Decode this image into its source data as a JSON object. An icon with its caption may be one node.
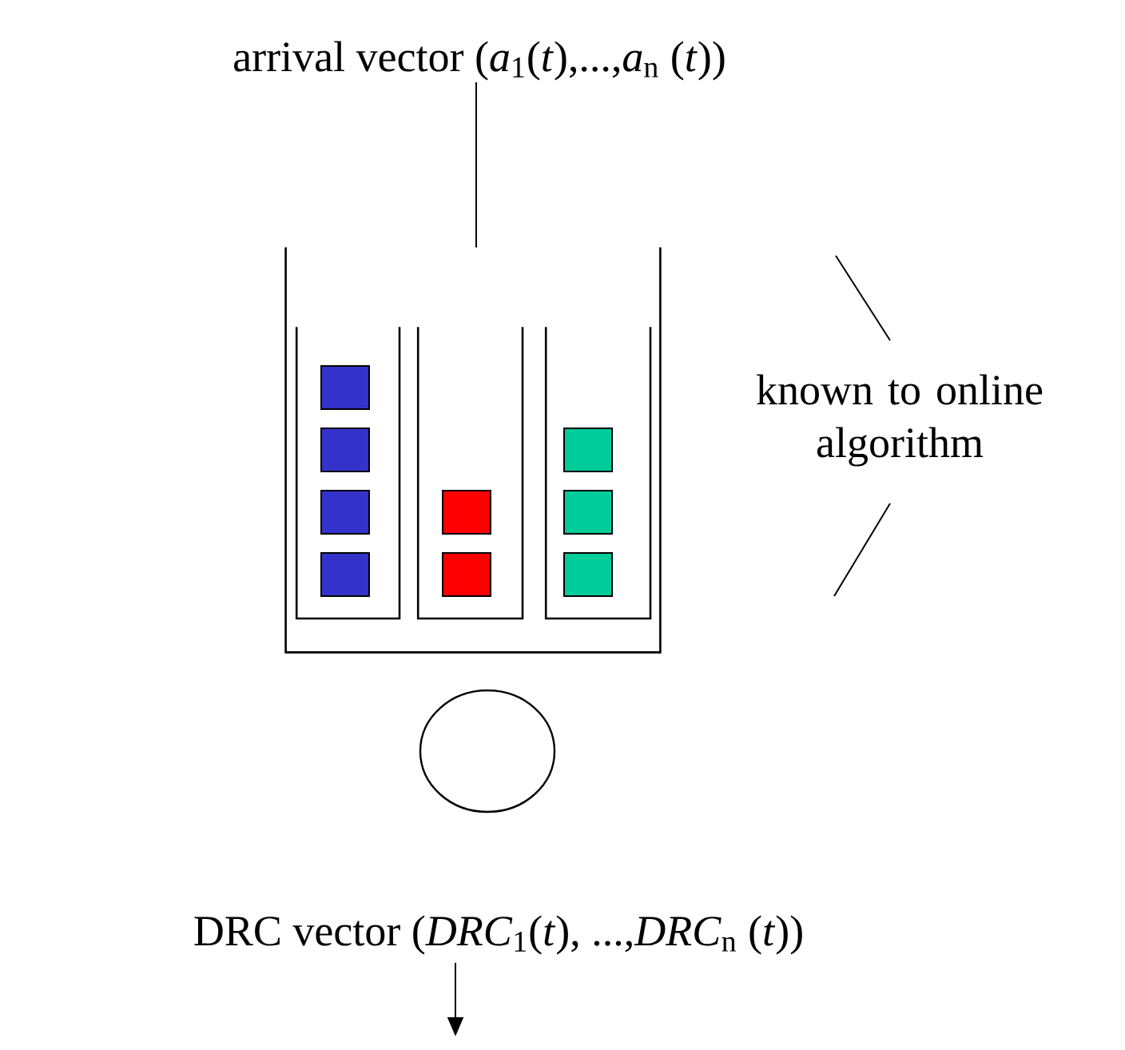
{
  "diagram": {
    "nodes": [
      {
        "text": [
          "arrival vector (*a*$_{1}$(*t*),...,*a*$_{n}$ (*t*))"
        ]
      },
      {
        "text": [],
        "shape": "box"
      },
      {
        "text": [],
        "shape": "box",
        "in": 1
      },
      {
        "text": [],
        "shape": "box",
        "in": 1
      },
      {
        "text": [],
        "shape": "box",
        "in": 1
      },
      {
        "text": [],
        "shape": "circle"
      },
      {
        "text": [
          "DRC vector (*DRC*$_{1}$(*t*), ...,*DRC*$_{n}$ (*t*))"
        ]
      },
      {
        "text": [
          "known to online algorithm"
        ]
      }
    ],
    "edges": [
      {
        "from": 0,
        "to": 1,
        "arrow": "none"
      },
      {
        "from": 6,
        "to": null,
        "arrow": "to"
      },
      {
        "from": 7,
        "to": null,
        "arrow": "none"
      },
      {
        "from": 7,
        "to": null,
        "arrow": "none"
      }
    ]
  }
}
